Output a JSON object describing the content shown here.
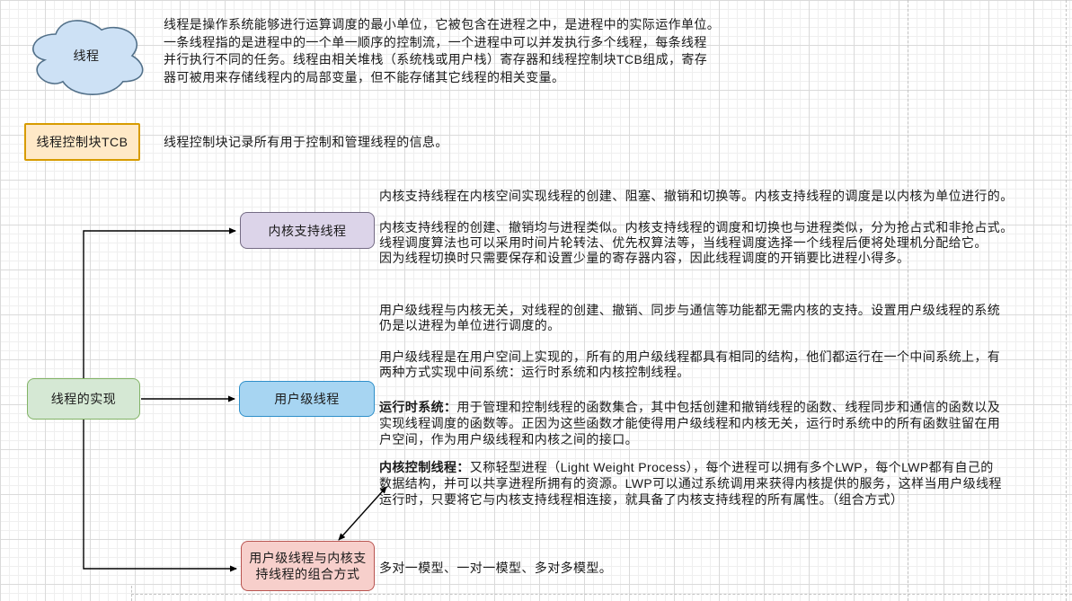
{
  "nodes": {
    "thread_cloud": {
      "label": "线程"
    },
    "tcb_box": {
      "label": "线程控制块TCB"
    },
    "impl_box": {
      "label": "线程的实现"
    },
    "kernel_box": {
      "label": "内核支持线程"
    },
    "user_box": {
      "label": "用户级线程"
    },
    "combo_box": {
      "label": "用户级线程与内核支\n持线程的组合方式"
    }
  },
  "texts": {
    "thread_desc": "线程是操作系统能够进行运算调度的最小单位，它被包含在进程之中，是进程中的实际运作单位。\n一条线程指的是进程中的一个单一顺序的控制流，一个进程中可以并发执行多个线程，每条线程\n并行执行不同的任务。线程由相关堆栈（系统栈或用户栈）寄存器和线程控制块TCB组成，寄存\n器可被用来存储线程内的局部变量，但不能存储其它线程的相关变量。",
    "tcb_desc": "线程控制块记录所有用于控制和管理线程的信息。",
    "kernel_p1": "内核支持线程在内核空间实现线程的创建、阻塞、撤销和切换等。内核支持线程的调度是以内核为单位进行的。",
    "kernel_p2": "内核支持线程的创建、撤销均与进程类似。内核支持线程的调度和切换也与进程类似，分为抢占式和非抢占式。\n线程调度算法也可以采用时间片轮转法、优先权算法等，当线程调度选择一个线程后便将处理机分配给它。\n因为线程切换时只需要保存和设置少量的寄存器内容，因此线程调度的开销要比进程小得多。",
    "user_p1": "用户级线程与内核无关，对线程的创建、撤销、同步与通信等功能都无需内核的支持。设置用户级线程的系统\n仍是以进程为单位进行调度的。",
    "user_p2": "用户级线程是在用户空间上实现的，所有的用户级线程都具有相同的结构，他们都运行在一个中间系统上，有\n两种方式实现中间系统：运行时系统和内核控制线程。",
    "runtime_label": "运行时系统：",
    "runtime_body": "用于管理和控制线程的函数集合，其中包括创建和撤销线程的函数、线程同步和通信的函数以及\n实现线程调度的函数等。正因为这些函数才能使得用户级线程和内核无关，运行时系统中的所有函数驻留在用\n户空间，作为用户级线程和内核之间的接口。",
    "lwp_label": "内核控制线程：",
    "lwp_body": "又称轻型进程（Light Weight Process），每个进程可以拥有多个LWP，每个LWP都有自己的\n数据结构，并可以共享进程所拥有的资源。LWP可以通过系统调用来获得内核提供的服务，这样当用户级线程\n运行时，只要将它与内核支持线程相连接，就具备了内核支持线程的所有属性。（组合方式）",
    "models": "多对一模型、一对一模型、多对多模型。"
  },
  "colors": {
    "cloud_fill": "#cde1f5",
    "cloud_stroke": "#527089",
    "tcb_fill": "#ffe9c7",
    "tcb_stroke": "#d79b00",
    "impl_fill": "#d5e8d4",
    "impl_stroke": "#82b366",
    "kernel_fill": "#dcd4e9",
    "kernel_stroke": "#746b84",
    "user_fill": "#a7d5f2",
    "user_stroke": "#2e8fc9",
    "combo_fill": "#f7cfcb",
    "combo_stroke": "#b85450",
    "edge": "#000000"
  }
}
